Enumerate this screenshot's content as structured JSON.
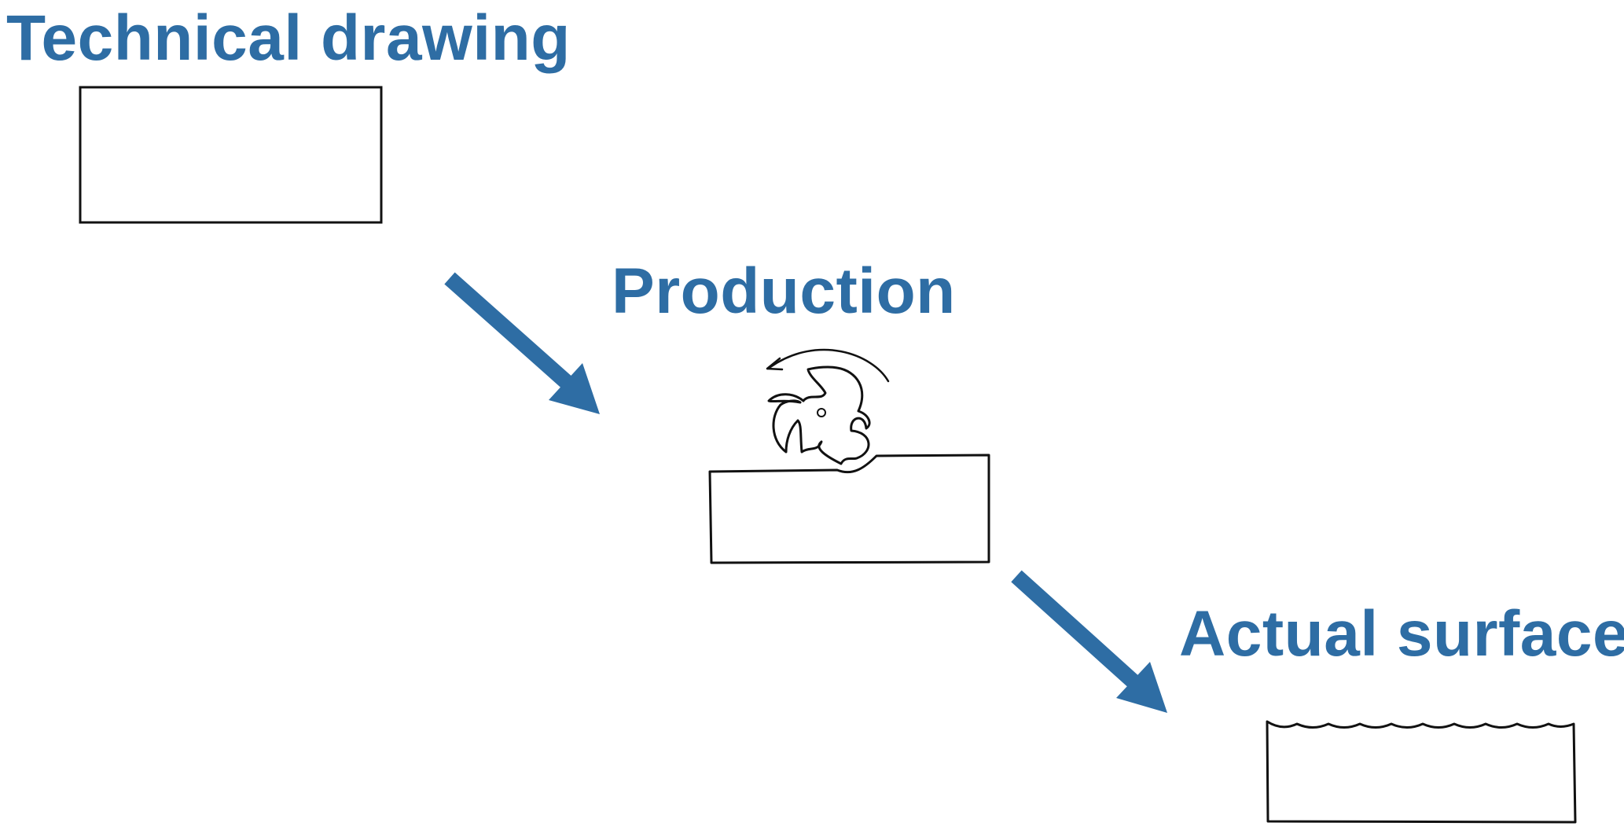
{
  "colors": {
    "accent": "#2e6da4",
    "line": "#111111"
  },
  "labels": {
    "technical_drawing": "Technical drawing",
    "production": "Production",
    "actual_surface": "Actual surface"
  },
  "icons": {
    "cutter": "milling-cutter-icon",
    "rotation": "rotation-arrow-icon"
  }
}
